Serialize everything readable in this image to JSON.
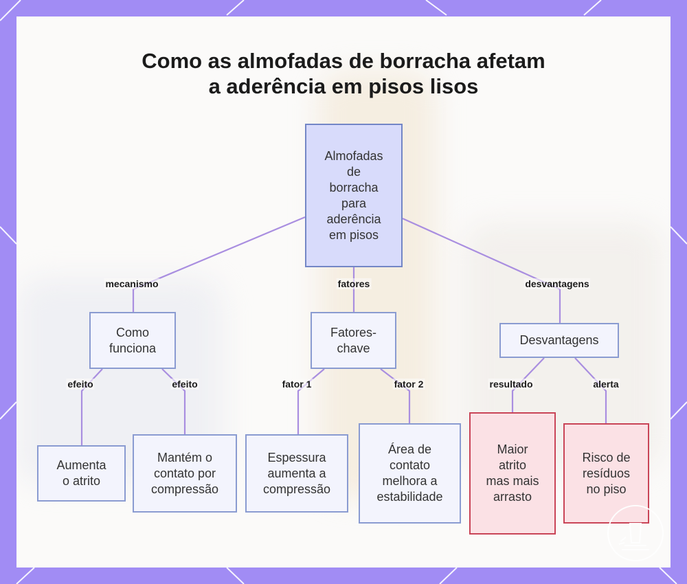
{
  "title": {
    "line1": "Como as almofadas de borracha afetam",
    "line2": "a aderência em pisos lisos"
  },
  "nodes": {
    "root": [
      "Almofadas",
      "de",
      "borracha",
      "para",
      "aderência",
      "em pisos"
    ],
    "como_funciona": [
      "Como",
      "funciona"
    ],
    "fatores_chave": [
      "Fatores-",
      "chave"
    ],
    "desvantagens": [
      "Desvantagens"
    ],
    "aumenta_atrito": [
      "Aumenta",
      "o atrito"
    ],
    "mantem_contato": [
      "Mantém o",
      "contato por",
      "compressão"
    ],
    "espessura": [
      "Espessura",
      "aumenta a",
      "compressão"
    ],
    "area_contato": [
      "Área de",
      "contato",
      "melhora a",
      "estabilidade"
    ],
    "maior_atrito": [
      "Maior",
      "atrito",
      "mas mais",
      "arrasto"
    ],
    "risco_residuos": [
      "Risco de",
      "resíduos",
      "no piso"
    ]
  },
  "edge_labels": {
    "mecanismo": "mecanismo",
    "fatores": "fatores",
    "desvantagens": "desvantagens",
    "efeito_1": "efeito",
    "efeito_2": "efeito",
    "fator_1": "fator 1",
    "fator_2": "fator 2",
    "resultado": "resultado",
    "alerta": "alerta"
  },
  "colors": {
    "frame": "#a18cf4",
    "edge": "#a98ee0",
    "node_fill": "#f3f4fd",
    "node_border": "#8a9bd1",
    "root_fill": "#d8dbfb",
    "warn_fill": "#fbe1e5",
    "warn_border": "#c94457"
  },
  "icons": {
    "watermark": "cup-emblem-icon"
  }
}
